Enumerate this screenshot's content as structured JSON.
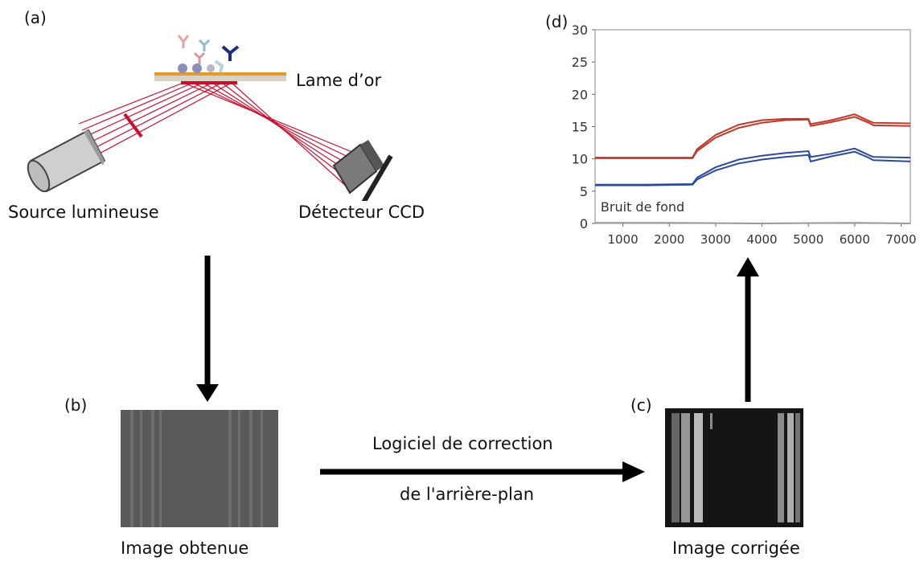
{
  "panels": {
    "a": {
      "label": "(a)",
      "gold_label": "Lame d’or",
      "source_label": "Source lumineuse",
      "detector_label": "Détecteur CCD",
      "colors": {
        "beam": "#c8102e",
        "gold": "#e59a26"
      }
    },
    "b": {
      "label": "(b)",
      "caption": "Image obtenue"
    },
    "c": {
      "label": "(c)",
      "caption": "Image corrigée"
    },
    "d": {
      "label": "(d)"
    }
  },
  "correction": {
    "line1": "Logiciel de correction",
    "line2": "de l'arrière-plan"
  },
  "chart_data": {
    "type": "line",
    "title": "",
    "xlabel": "",
    "ylabel": "",
    "xlim": [
      400,
      7200
    ],
    "ylim": [
      0,
      30
    ],
    "xticks": [
      1000,
      2000,
      3000,
      4000,
      5000,
      6000,
      7000
    ],
    "yticks": [
      0,
      5,
      10,
      15,
      20,
      25,
      30
    ],
    "grid": false,
    "annotations": [
      {
        "text": "Bruit de fond",
        "x": 520,
        "y": 1.1
      }
    ],
    "series": [
      {
        "color": "#c0392b",
        "values": [
          [
            400,
            10.1
          ],
          [
            1500,
            10.1
          ],
          [
            2500,
            10.1
          ],
          [
            2600,
            11.2
          ],
          [
            3000,
            13.3
          ],
          [
            3500,
            14.8
          ],
          [
            4000,
            15.6
          ],
          [
            4500,
            16.0
          ],
          [
            5000,
            16.1
          ],
          [
            5050,
            15.1
          ],
          [
            5500,
            15.7
          ],
          [
            6000,
            16.5
          ],
          [
            6300,
            15.6
          ],
          [
            6400,
            15.2
          ],
          [
            7200,
            15.1
          ]
        ]
      },
      {
        "color": "#c0392b",
        "values": [
          [
            400,
            10.2
          ],
          [
            1500,
            10.2
          ],
          [
            2500,
            10.2
          ],
          [
            2600,
            11.5
          ],
          [
            3000,
            13.7
          ],
          [
            3500,
            15.3
          ],
          [
            4000,
            16.0
          ],
          [
            4500,
            16.2
          ],
          [
            5000,
            16.2
          ],
          [
            5050,
            15.4
          ],
          [
            5500,
            16.0
          ],
          [
            6000,
            16.9
          ],
          [
            6300,
            15.9
          ],
          [
            6400,
            15.6
          ],
          [
            7200,
            15.5
          ]
        ]
      },
      {
        "color": "#2c4a9a",
        "values": [
          [
            400,
            5.9
          ],
          [
            1500,
            5.9
          ],
          [
            2500,
            6.0
          ],
          [
            2600,
            6.8
          ],
          [
            3000,
            8.2
          ],
          [
            3500,
            9.3
          ],
          [
            4000,
            9.9
          ],
          [
            4500,
            10.3
          ],
          [
            5000,
            10.6
          ],
          [
            5050,
            9.6
          ],
          [
            5500,
            10.4
          ],
          [
            6000,
            11.1
          ],
          [
            6300,
            10.2
          ],
          [
            6400,
            9.8
          ],
          [
            7200,
            9.6
          ]
        ]
      },
      {
        "color": "#2c4a9a",
        "values": [
          [
            400,
            6.0
          ],
          [
            1500,
            6.0
          ],
          [
            2500,
            6.1
          ],
          [
            2600,
            7.1
          ],
          [
            3000,
            8.7
          ],
          [
            3500,
            9.9
          ],
          [
            4000,
            10.5
          ],
          [
            4500,
            10.9
          ],
          [
            5000,
            11.2
          ],
          [
            5050,
            10.3
          ],
          [
            5500,
            10.8
          ],
          [
            6000,
            11.6
          ],
          [
            6300,
            10.6
          ],
          [
            6400,
            10.3
          ],
          [
            7200,
            10.2
          ]
        ]
      },
      {
        "color": "#999999",
        "values": [
          [
            400,
            0.1
          ],
          [
            2000,
            0.1
          ],
          [
            4000,
            0.0
          ],
          [
            6000,
            0.1
          ],
          [
            7200,
            0.0
          ]
        ]
      }
    ]
  }
}
